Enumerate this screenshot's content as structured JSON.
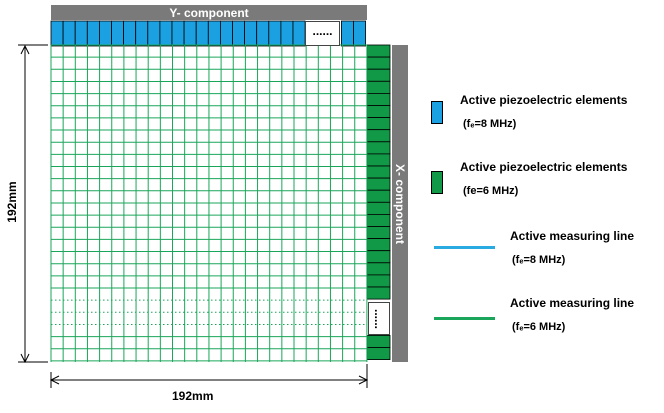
{
  "diagram": {
    "y_component_label": "Y- component",
    "x_component_label": "X- component",
    "ellipsis_label": "......",
    "height_label": "192mm",
    "width_label": "192mm"
  },
  "legend": {
    "items": [
      {
        "title": "Active piezoelectric elements",
        "sub": "(fₑ=8 MHz)"
      },
      {
        "title": "Active piezoelectric elements",
        "sub": "(fe=6 MHz)"
      },
      {
        "title": "Active measuring line",
        "sub": "(fₑ=8 MHz)"
      },
      {
        "title": "Active measuring line",
        "sub": "(fₑ=6 MHz)"
      }
    ]
  },
  "colors": {
    "blue_element": "#1ba1e2",
    "green_element": "#119947",
    "blue_line": "#29abe2",
    "green_line": "#1aa65a",
    "bar_gray": "#7a7a7a"
  }
}
